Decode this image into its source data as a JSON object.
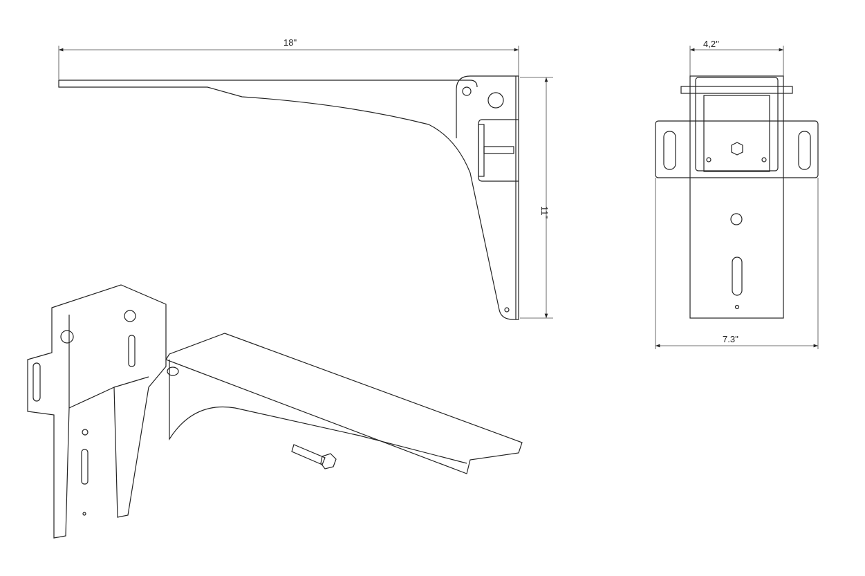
{
  "drawing": {
    "side_view": {
      "width_label": "18\"",
      "height_label": "11\""
    },
    "front_view": {
      "top_width_label": "4,2''",
      "bottom_width_label": "7.3''"
    }
  }
}
